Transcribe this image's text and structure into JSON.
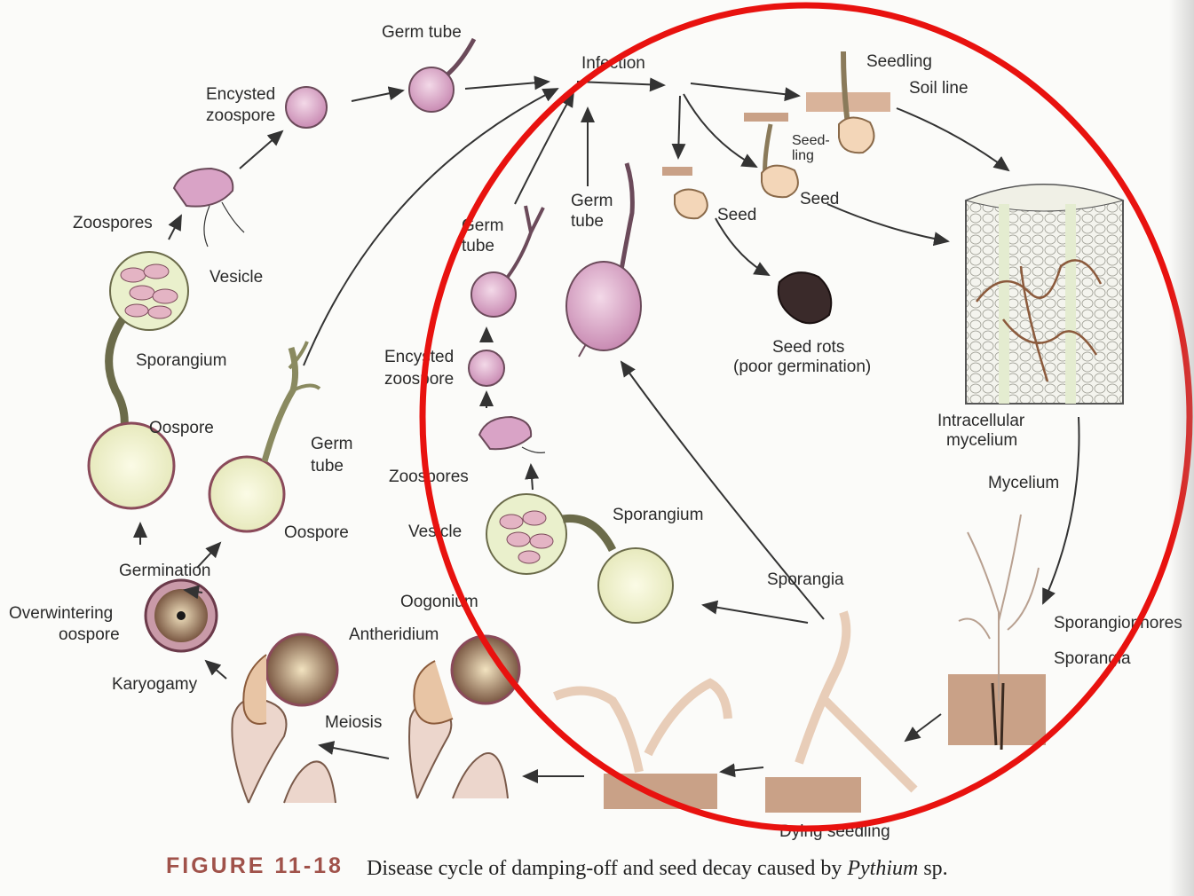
{
  "labels": {
    "germ_tube_top": "Germ tube",
    "encysted_zoospore_1": "Encysted",
    "encysted_zoospore_2": "zoospore",
    "zoospores_left": "Zoospores",
    "vesicle_left": "Vesicle",
    "sporangium_left": "Sporangium",
    "oospore_left": "Oospore",
    "germ_tube_mid_1": "Germ",
    "germ_tube_mid_2": "tube",
    "oospore_mid": "Oospore",
    "germination": "Germination",
    "overwintering_1": "Overwintering",
    "overwintering_2": "oospore",
    "karyogamy": "Karyogamy",
    "meiosis": "Meiosis",
    "antheridium": "Antheridium",
    "oogonium": "Oogonium",
    "infection": "Infection",
    "seedling_top": "Seedling",
    "soil_line": "Soil line",
    "seedling_short_1": "Seed-",
    "seedling_short_2": "ling",
    "seed_1": "Seed",
    "seed_2": "Seed",
    "germ_tube_inner_a1": "Germ",
    "germ_tube_inner_a2": "tube",
    "germ_tube_inner_b1": "Germ",
    "germ_tube_inner_b2": "tube",
    "encysted_inner_1": "Encysted",
    "encysted_inner_2": "zoospore",
    "zoospores_inner": "Zoospores",
    "vesicle_inner": "Vesicle",
    "sporangium_inner": "Sporangium",
    "seed_rots_1": "Seed rots",
    "seed_rots_2": "(poor germination)",
    "intracellular_1": "Intracellular",
    "intracellular_2": "mycelium",
    "mycelium": "Mycelium",
    "sporangiophores": "Sporangiophores",
    "sporangia_right": "Sporangia",
    "sporangia_center": "Sporangia",
    "dying_seedling": "Dying seedling"
  },
  "caption": {
    "figure": "FIGURE 11-18",
    "text": "Disease cycle of damping-off and seed decay caused by",
    "species": "Pythium",
    "suffix": "sp."
  },
  "colors": {
    "highlight_circle": "#e8120f",
    "spore_pink": "#d9a3c6",
    "oospore_yellow": "#eef0c4",
    "soil_brown": "#c9a187",
    "hypha_brown": "#8b5a3c",
    "caption_red": "#a0524a"
  }
}
